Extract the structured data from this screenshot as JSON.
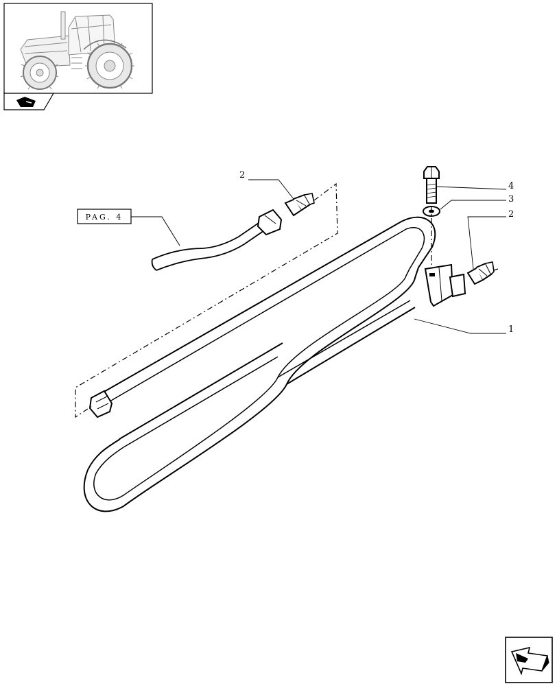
{
  "reference_box": {
    "label": "PAG. 4"
  },
  "callouts": [
    {
      "id": "callout-4",
      "number": "4"
    },
    {
      "id": "callout-3",
      "number": "3"
    },
    {
      "id": "callout-2-right",
      "number": "2"
    },
    {
      "id": "callout-2-top",
      "number": "2"
    },
    {
      "id": "callout-1",
      "number": "1"
    }
  ],
  "parts": [
    {
      "number": "1",
      "icon": "u-shaped-cooler-pipe-icon"
    },
    {
      "number": "2",
      "icon": "pipe-union-fitting-icon"
    },
    {
      "number": "3",
      "icon": "washer-icon"
    },
    {
      "number": "4",
      "icon": "hex-bolt-icon"
    }
  ],
  "thumbnail": {
    "icon": "tractor-icon"
  },
  "tab": {
    "icon": "section-symbol-icon"
  },
  "navigation": {
    "icon": "next-page-arrow-icon"
  }
}
